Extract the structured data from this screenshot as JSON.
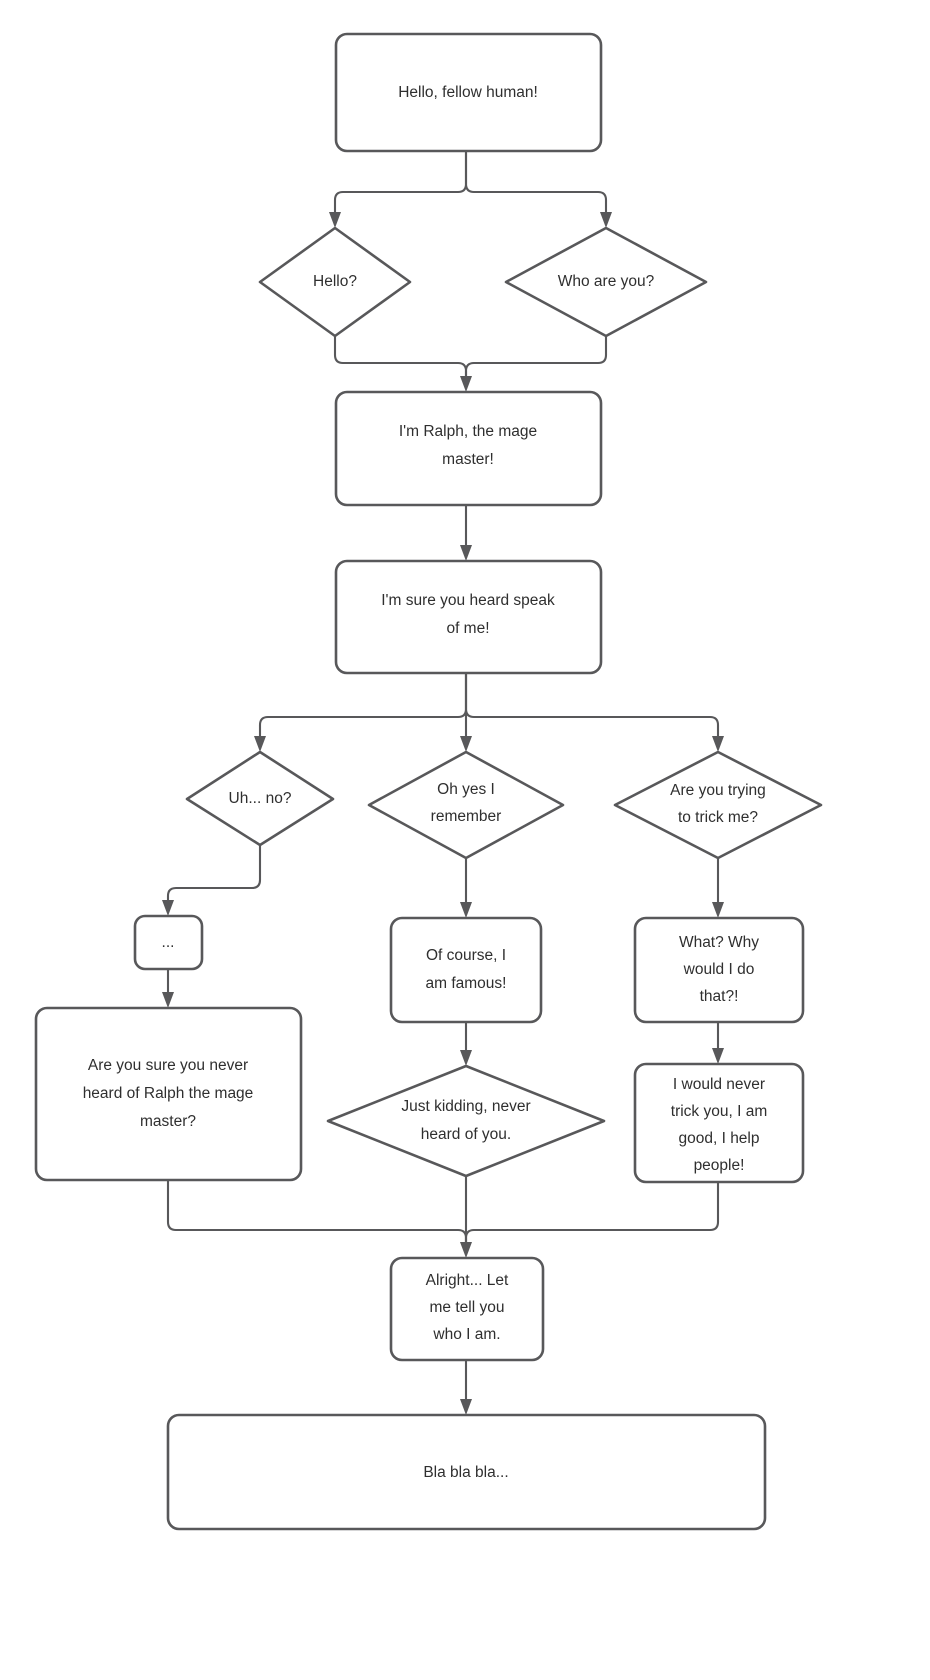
{
  "diagram": {
    "type": "flowchart",
    "title": "Ralph the mage master dialogue tree",
    "style": {
      "node_stroke": "#58585a",
      "node_fill": "#ffffff",
      "edge_stroke": "#58585a",
      "text_color": "#2f2f2f",
      "canvas_background": "#ffffff"
    },
    "nodes": [
      {
        "id": "n1",
        "shape": "rounded-rect",
        "label": "Hello, fellow human!",
        "lines": [
          "Hello, fellow human!"
        ]
      },
      {
        "id": "n2",
        "shape": "diamond",
        "label": "Hello?",
        "lines": [
          "Hello?"
        ]
      },
      {
        "id": "n3",
        "shape": "diamond",
        "label": "Who are you?",
        "lines": [
          "Who are you?"
        ]
      },
      {
        "id": "n4",
        "shape": "rounded-rect",
        "label": "I'm Ralph, the mage master!",
        "lines": [
          "I'm Ralph, the mage",
          "master!"
        ]
      },
      {
        "id": "n5",
        "shape": "rounded-rect",
        "label": "I'm sure you heard speak of me!",
        "lines": [
          "I'm sure you heard speak",
          "of me!"
        ]
      },
      {
        "id": "n6",
        "shape": "diamond",
        "label": "Uh... no?",
        "lines": [
          "Uh... no?"
        ]
      },
      {
        "id": "n7",
        "shape": "diamond",
        "label": "Oh yes I remember",
        "lines": [
          "Oh yes I",
          "remember"
        ]
      },
      {
        "id": "n8",
        "shape": "diamond",
        "label": "Are you trying to trick me?",
        "lines": [
          "Are you trying",
          "to trick me?"
        ]
      },
      {
        "id": "n9",
        "shape": "rounded-rect",
        "label": "...",
        "lines": [
          "..."
        ]
      },
      {
        "id": "n10",
        "shape": "rounded-rect",
        "label": "Are you sure you never heard of Ralph the mage master?",
        "lines": [
          "Are you sure you never",
          "heard of Ralph the mage",
          "master?"
        ]
      },
      {
        "id": "n11",
        "shape": "rounded-rect",
        "label": "Of course, I am famous!",
        "lines": [
          "Of course, I",
          "am famous!"
        ]
      },
      {
        "id": "n12",
        "shape": "diamond",
        "label": "Just kidding, never heard of you.",
        "lines": [
          "Just kidding, never",
          "heard of you."
        ]
      },
      {
        "id": "n13",
        "shape": "rounded-rect",
        "label": "What? Why would I do that?!",
        "lines": [
          "What? Why",
          "would I do",
          "that?!"
        ]
      },
      {
        "id": "n14",
        "shape": "rounded-rect",
        "label": "I would never trick you, I am good, I help people!",
        "lines": [
          "I would never",
          "trick you, I am",
          "good, I help",
          "people!"
        ]
      },
      {
        "id": "n15",
        "shape": "rounded-rect",
        "label": "Alright... Let me tell you who I am.",
        "lines": [
          "Alright... Let",
          "me tell you",
          "who I am."
        ]
      },
      {
        "id": "n16",
        "shape": "rounded-rect",
        "label": "Bla bla bla...",
        "lines": [
          "Bla bla bla..."
        ]
      }
    ],
    "edges": [
      {
        "from": "n1",
        "to": "n2"
      },
      {
        "from": "n1",
        "to": "n3"
      },
      {
        "from": "n2",
        "to": "n4"
      },
      {
        "from": "n3",
        "to": "n4"
      },
      {
        "from": "n4",
        "to": "n5"
      },
      {
        "from": "n5",
        "to": "n6"
      },
      {
        "from": "n5",
        "to": "n7"
      },
      {
        "from": "n5",
        "to": "n8"
      },
      {
        "from": "n6",
        "to": "n9"
      },
      {
        "from": "n9",
        "to": "n10"
      },
      {
        "from": "n7",
        "to": "n11"
      },
      {
        "from": "n11",
        "to": "n12"
      },
      {
        "from": "n8",
        "to": "n13"
      },
      {
        "from": "n13",
        "to": "n14"
      },
      {
        "from": "n10",
        "to": "n15"
      },
      {
        "from": "n12",
        "to": "n15"
      },
      {
        "from": "n14",
        "to": "n15"
      },
      {
        "from": "n15",
        "to": "n16"
      }
    ]
  }
}
